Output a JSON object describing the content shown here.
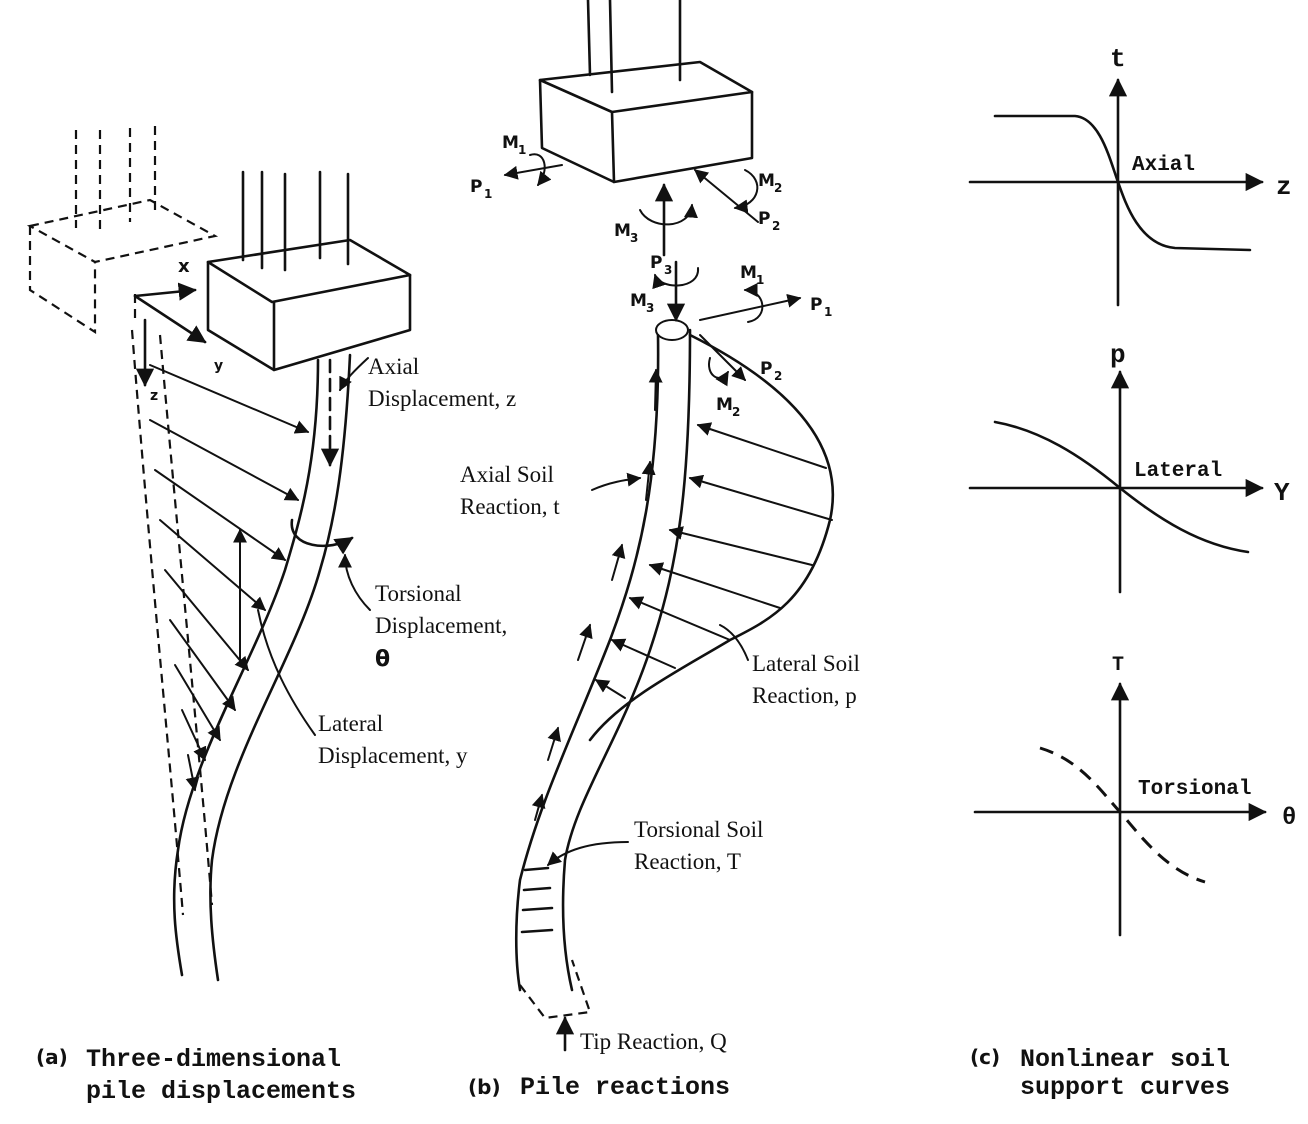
{
  "panel_a": {
    "caption_tag": "(a)",
    "caption_line1": "Three-dimensional",
    "caption_line2": "pile displacements",
    "axis_x": "x",
    "axis_y": "y",
    "axis_z": "z",
    "axial_l1": "Axial",
    "axial_l2": "Displacement, z",
    "torsional_l1": "Torsional",
    "torsional_l2": "Displacement,",
    "torsional_sym": "θ",
    "lateral_l1": "Lateral",
    "lateral_l2": "Displacement, y"
  },
  "panel_b": {
    "caption_tag": "(b)",
    "caption": "Pile reactions",
    "cap_labels": {
      "M1": "M",
      "M1_sub": "1",
      "P1": "P",
      "P1_sub": "1",
      "M2": "M",
      "M2_sub": "2",
      "P2": "P",
      "P2_sub": "2",
      "M3": "M",
      "M3_sub": "3",
      "P3": "P",
      "P3_sub": "3"
    },
    "axial_soil_l1": "Axial Soil",
    "axial_soil_l2": "Reaction, t",
    "lateral_soil_l1": "Lateral Soil",
    "lateral_soil_l2": "Reaction, p",
    "torsional_soil_l1": "Torsional Soil",
    "torsional_soil_l2": "Reaction, T",
    "tip": "Tip Reaction, Q"
  },
  "panel_c": {
    "caption_tag": "(c)",
    "caption_line1": "Nonlinear soil",
    "caption_line2": "support curves",
    "axial": {
      "ylabel": "t",
      "xlabel": "z",
      "name": "Axial"
    },
    "lateral": {
      "ylabel": "p",
      "xlabel": "Y",
      "name": "Lateral"
    },
    "torsional": {
      "ylabel": "T",
      "xlabel": "θ",
      "name": "Torsional"
    }
  }
}
